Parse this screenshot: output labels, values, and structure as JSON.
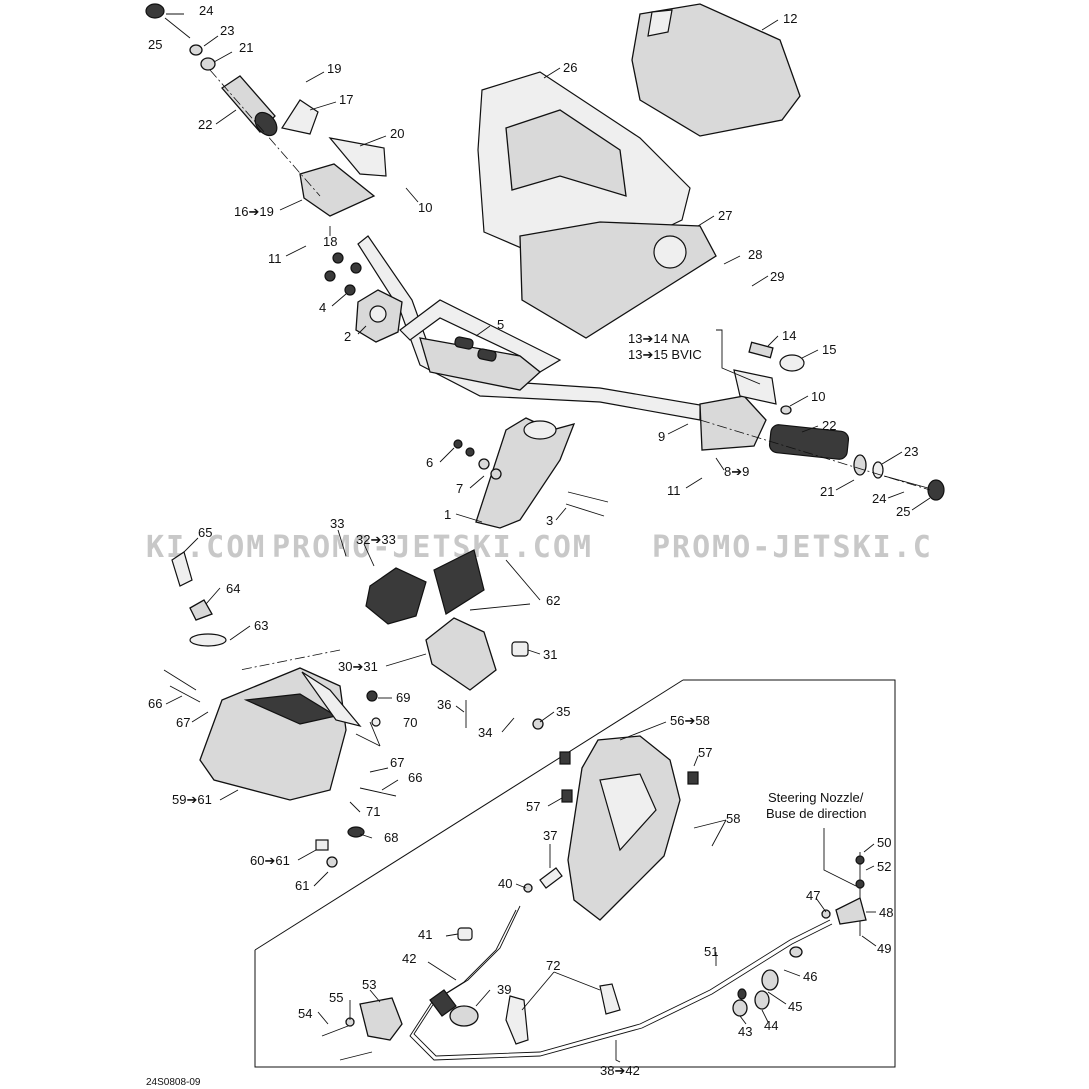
{
  "figure_code": "24S0808-09",
  "watermark": "PROMO-JETSKI.COM",
  "watermark_left": "KI.COM",
  "watermark_right": "PROMO-JETSKI.C",
  "notes": {
    "na_line": "13➔14 NA",
    "bvic_line": "13➔15 BVIC",
    "nozzle_en": "Steering Nozzle/",
    "nozzle_fr": "Buse de direction"
  },
  "callouts": [
    "24",
    "25",
    "23",
    "21",
    "19",
    "17",
    "22",
    "20",
    "10",
    "16➔19",
    "18",
    "11",
    "4",
    "2",
    "5",
    "12",
    "26",
    "27",
    "28",
    "29",
    "14",
    "15",
    "10",
    "22",
    "9",
    "23",
    "8➔9",
    "11",
    "21",
    "24",
    "25",
    "6",
    "7",
    "1",
    "3",
    "33",
    "32➔33",
    "65",
    "64",
    "63",
    "62",
    "30➔31",
    "31",
    "66",
    "67",
    "69",
    "70",
    "36",
    "34",
    "35",
    "56➔58",
    "57",
    "57",
    "67",
    "66",
    "59➔61",
    "71",
    "68",
    "58",
    "37",
    "60➔61",
    "61",
    "40",
    "50",
    "52",
    "47",
    "48",
    "49",
    "41",
    "42",
    "51",
    "46",
    "39",
    "72",
    "45",
    "55",
    "53",
    "54",
    "43",
    "44",
    "38➔42"
  ]
}
